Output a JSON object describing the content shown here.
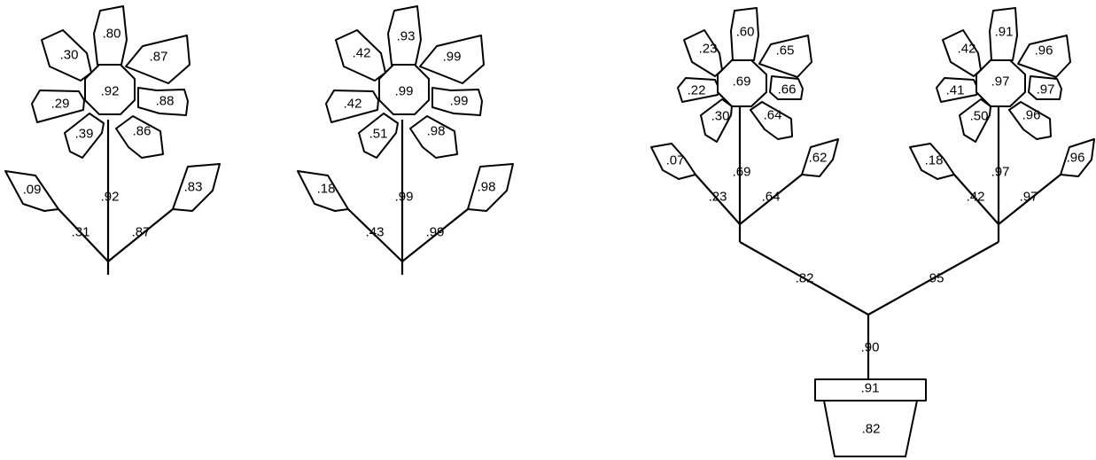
{
  "flower_a": {
    "petals": [
      ".80",
      ".87",
      ".88",
      ".86",
      ".39",
      ".29",
      ".30"
    ],
    "center": ".92",
    "stem": ".92",
    "left_leaf": ".09",
    "left_branch": ".31",
    "right_leaf": ".83",
    "right_branch": ".87"
  },
  "flower_b": {
    "petals": [
      ".93",
      ".99",
      ".99",
      ".98",
      ".51",
      ".42",
      ".42"
    ],
    "center": ".99",
    "stem": ".99",
    "left_leaf": ".18",
    "left_branch": ".43",
    "right_leaf": ".98",
    "right_branch": ".99"
  },
  "potted_plant": {
    "flower_left": {
      "petals": [
        ".60",
        ".65",
        ".66",
        ".64",
        ".30",
        ".22",
        ".23"
      ],
      "center": ".69",
      "stem": ".69",
      "left_leaf": ".07",
      "left_branch": ".23",
      "right_leaf": ".62",
      "right_branch": ".64"
    },
    "flower_right": {
      "petals": [
        ".91",
        ".96",
        ".97",
        ".96",
        ".50",
        ".41",
        ".42"
      ],
      "center": ".97",
      "stem": ".97",
      "left_leaf": ".18",
      "left_branch": ".42",
      "right_leaf": ".96",
      "right_branch": ".97"
    },
    "left_main_branch": ".82",
    "right_main_branch": ".95",
    "trunk": ".90",
    "pot_rim": ".91",
    "pot_body": ".82"
  }
}
